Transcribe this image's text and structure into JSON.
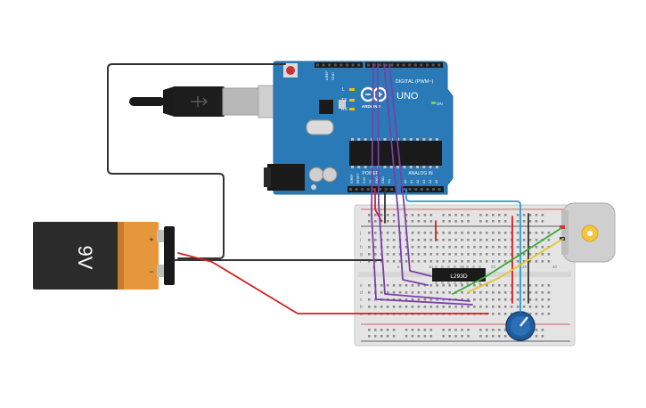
{
  "battery": {
    "label": "9V",
    "plus": "+",
    "minus": "−"
  },
  "arduino": {
    "brand": "ARDUINO",
    "model": "UNO",
    "digital_label": "DIGITAL (PWM~)",
    "power_label": "POWER",
    "analog_label": "ANALOG IN",
    "on_label": "ON",
    "l_label": "L",
    "tx_label": "TX",
    "rx_label": "RX",
    "aref_label": "AREF",
    "gnd_label": "GND",
    "power_pins": [
      "IOREF",
      "RESET",
      "3.3V",
      "5V",
      "GND",
      "GND",
      "Vin"
    ],
    "analog_pins": [
      "A0",
      "A1",
      "A2",
      "A3",
      "A4",
      "A5"
    ]
  },
  "ic": {
    "label": "L293D"
  },
  "breadboard": {
    "row_letters_top": [
      "j",
      "i",
      "h",
      "g",
      "f"
    ],
    "row_letters_bottom": [
      "e",
      "d",
      "c",
      "b",
      "a"
    ],
    "column_numbers": [
      "1",
      "5",
      "10",
      "15",
      "20",
      "25",
      "30"
    ]
  },
  "colors": {
    "board": "#2a7ab8",
    "wire_black": "#333333",
    "wire_red": "#d22222",
    "wire_purple": "#7b3fa8",
    "wire_blue": "#2b9bd0",
    "wire_green": "#3aa836",
    "wire_yellow": "#e2c72a",
    "battery_orange": "#e7973b",
    "pot_blue": "#1f5c9e"
  }
}
